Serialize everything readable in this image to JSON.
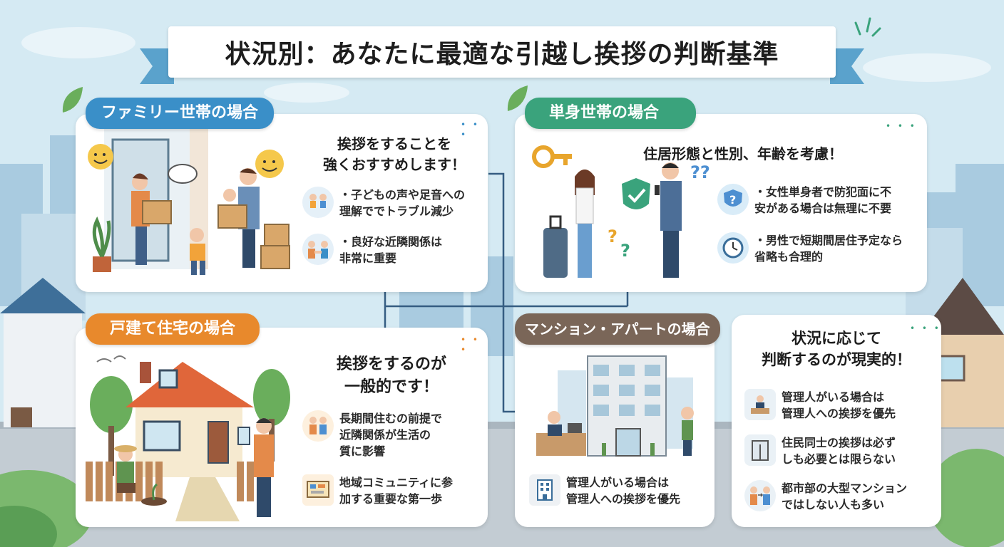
{
  "title": "状況別：あなたに最適な引越し挨拶の判断基準",
  "colors": {
    "family": "#3a8fc8",
    "single": "#3aa37c",
    "house": "#e8892c",
    "mansion": "#7a6658",
    "ribbon": "#5aa2cc"
  },
  "family": {
    "label": "ファミリー世帯の場合",
    "heading": "挨拶をすることを\n強くおすすめします！",
    "bullets": [
      {
        "icon": "children-icon",
        "text": "・子どもの声や足音への\n理解ででトラブル減少"
      },
      {
        "icon": "handshake-icon",
        "text": "・良好な近隣関係は\n非常に重要"
      }
    ]
  },
  "single": {
    "label": "単身世帯の場合",
    "heading": "住居形態と性別、年齢を考慮！",
    "bullets": [
      {
        "icon": "shield-question-icon",
        "text": "・女性単身者で防犯面に不\n安がある場合は無理に不要"
      },
      {
        "icon": "clock-icon",
        "text": "・男性で短期間居住予定なら\n省略も合理的"
      }
    ]
  },
  "house": {
    "label": "戸建て住宅の場合",
    "heading": "挨拶をするのが\n一般的です！",
    "bullets": [
      {
        "icon": "neighbors-icon",
        "text": "長期間住むの前提で\n近隣関係が生活の\n質に影響"
      },
      {
        "icon": "bulletin-board-icon",
        "text": "地域コミュニティに参\n加する重要な第一歩"
      }
    ]
  },
  "mansion": {
    "label": "マンション・アパートの場合",
    "bullets": [
      {
        "icon": "building-icon",
        "text": "管理人がいる場合は\n管理人への挨拶を優先"
      }
    ]
  },
  "situation": {
    "heading": "状況に応じて\n判断するのが現実的！",
    "bullets": [
      {
        "icon": "manager-desk-icon",
        "text": "管理人がいる場合は\n管理人への挨拶を優先"
      },
      {
        "icon": "elevator-icon",
        "text": "住民同士の挨拶は必ず\nしも必要とは限らない"
      },
      {
        "icon": "people-exchange-icon",
        "text": "都市部の大型マンション\nではしない人も多い"
      }
    ]
  }
}
